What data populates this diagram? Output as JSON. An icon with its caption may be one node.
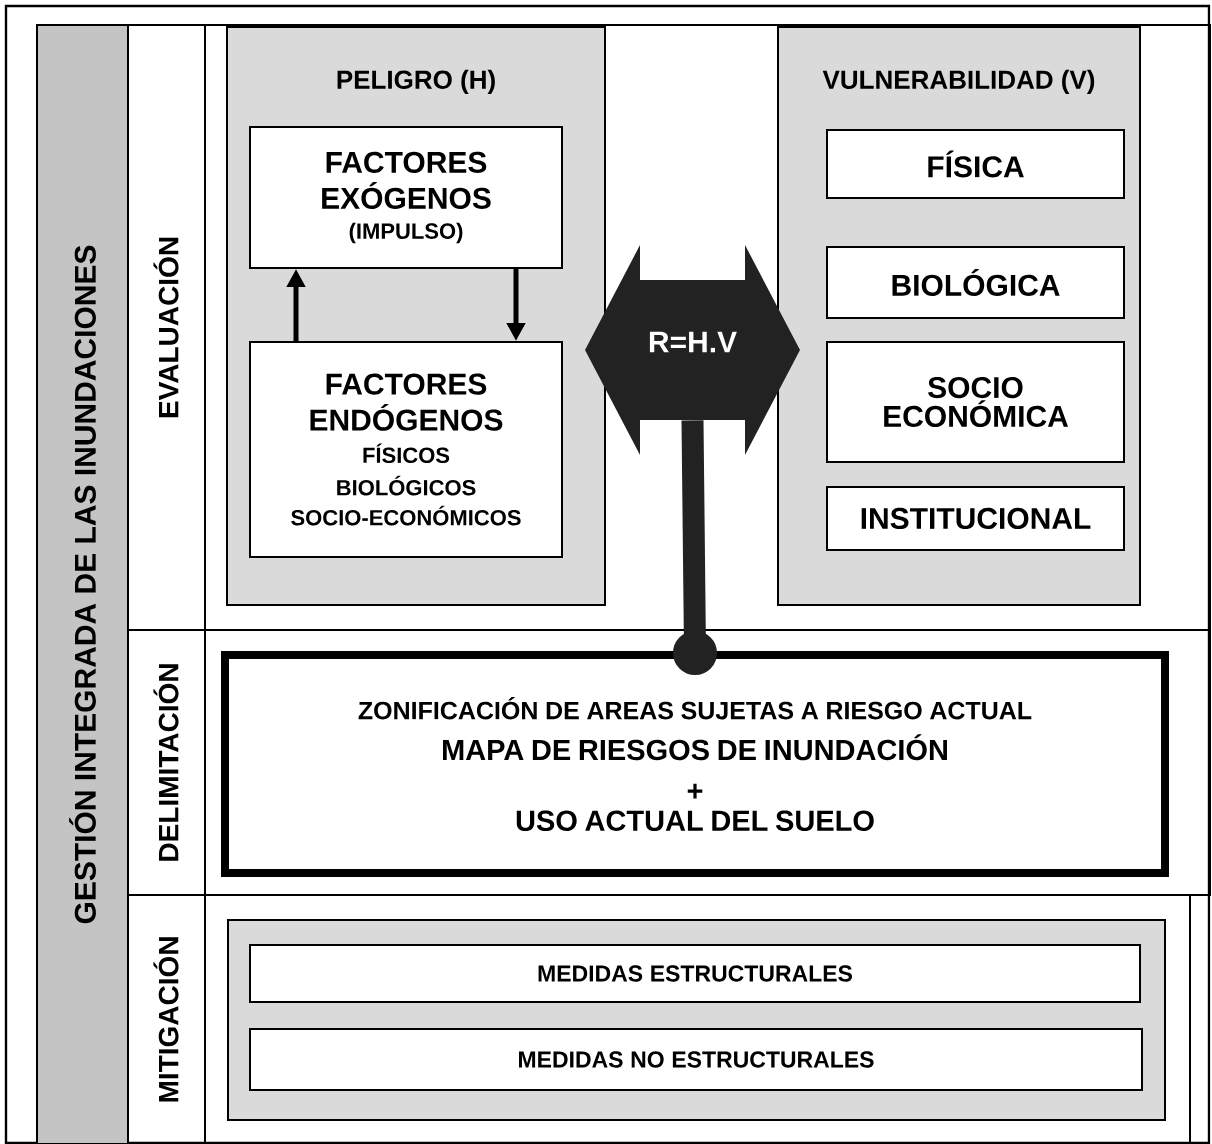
{
  "diagram": {
    "nodes": [
      {
        "text": [
          "GESTIÓN INTEGRADA DE LAS INUNDACIONES"
        ]
      },
      {
        "text": [
          "EVALUACIÓN"
        ]
      },
      {
        "text": [
          "PELIGRO (H)"
        ],
        "in": 1
      },
      {
        "text": [
          "FACTORES EXÓGENOS",
          "(IMPULSO)"
        ],
        "in": 2
      },
      {
        "text": [
          "FACTORES ENDÓGENOS",
          "FÍSICOS",
          "BIOLÓGICOS",
          "SOCIO-ECONÓMICOS"
        ],
        "in": 2
      },
      {
        "text": [
          "VULNERABILIDAD (V)"
        ],
        "in": 1
      },
      {
        "text": [
          "FÍSICA"
        ],
        "in": 5
      },
      {
        "text": [
          "BIOLÓGICA"
        ],
        "in": 5
      },
      {
        "text": [
          "SOCIO ECONÓMICA"
        ],
        "in": 5
      },
      {
        "text": [
          "INSTITUCIONAL"
        ],
        "in": 5
      },
      {
        "text": [
          "R=H.V"
        ],
        "in": 1
      },
      {
        "text": [
          "DELIMITACIÓN"
        ]
      },
      {
        "text": [
          "ZONIFICACIÓN DE AREAS SUJETAS A RIESGO ACTUAL",
          "MAPA DE RIESGOS DE INUNDACIÓN",
          "+",
          "USO ACTUAL DEL SUELO"
        ],
        "in": 11
      },
      {
        "text": [
          "MITIGACIÓN"
        ]
      },
      {
        "text": [],
        "shape": "box",
        "in": 13
      },
      {
        "text": [
          "MEDIDAS ESTRUCTURALES"
        ],
        "in": 14
      },
      {
        "text": [
          "MEDIDAS NO ESTRUCTURALES"
        ],
        "in": 14
      }
    ],
    "edges": [
      {
        "from": 4,
        "to": 3,
        "arrow": "to"
      },
      {
        "from": 3,
        "to": 4,
        "arrow": "to"
      },
      {
        "from": 10,
        "to": 12,
        "arrow": "other",
        "style": "thick"
      }
    ]
  }
}
